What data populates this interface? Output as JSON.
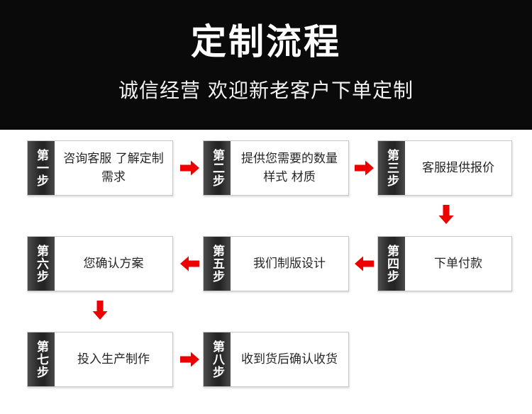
{
  "header": {
    "title": "定制流程",
    "subtitle": "诚信经营 欢迎新老客户下单定制",
    "background_color": "#0a0a0a",
    "title_color": "#ffffff"
  },
  "colors": {
    "arrow_red": "#ee0000",
    "badge_dark": "#282828",
    "box_border": "#c8c8c8",
    "page_background": "#ffffff",
    "body_text": "#262626"
  },
  "flow": {
    "steps": [
      {
        "badge": "第一步",
        "text": "咨询客服 了解定制需求"
      },
      {
        "badge": "第二步",
        "text": "提供您需要的数量 样式 材质"
      },
      {
        "badge": "第三步",
        "text": "客服提供报价"
      },
      {
        "badge": "第四步",
        "text": "下单付款"
      },
      {
        "badge": "第五步",
        "text": "我们制版设计"
      },
      {
        "badge": "第六步",
        "text": "您确认方案"
      },
      {
        "badge": "第七步",
        "text": "投入生产制作"
      },
      {
        "badge": "第八步",
        "text": "收到货后确认收货"
      }
    ],
    "connectors": [
      {
        "name": "arrow-step1-to-step2",
        "direction": "right"
      },
      {
        "name": "arrow-step2-to-step3",
        "direction": "right"
      },
      {
        "name": "arrow-step3-to-step4",
        "direction": "down"
      },
      {
        "name": "arrow-step4-to-step5",
        "direction": "left"
      },
      {
        "name": "arrow-step5-to-step6",
        "direction": "left"
      },
      {
        "name": "arrow-step6-to-step7",
        "direction": "down"
      },
      {
        "name": "arrow-step7-to-step8",
        "direction": "right"
      }
    ]
  }
}
